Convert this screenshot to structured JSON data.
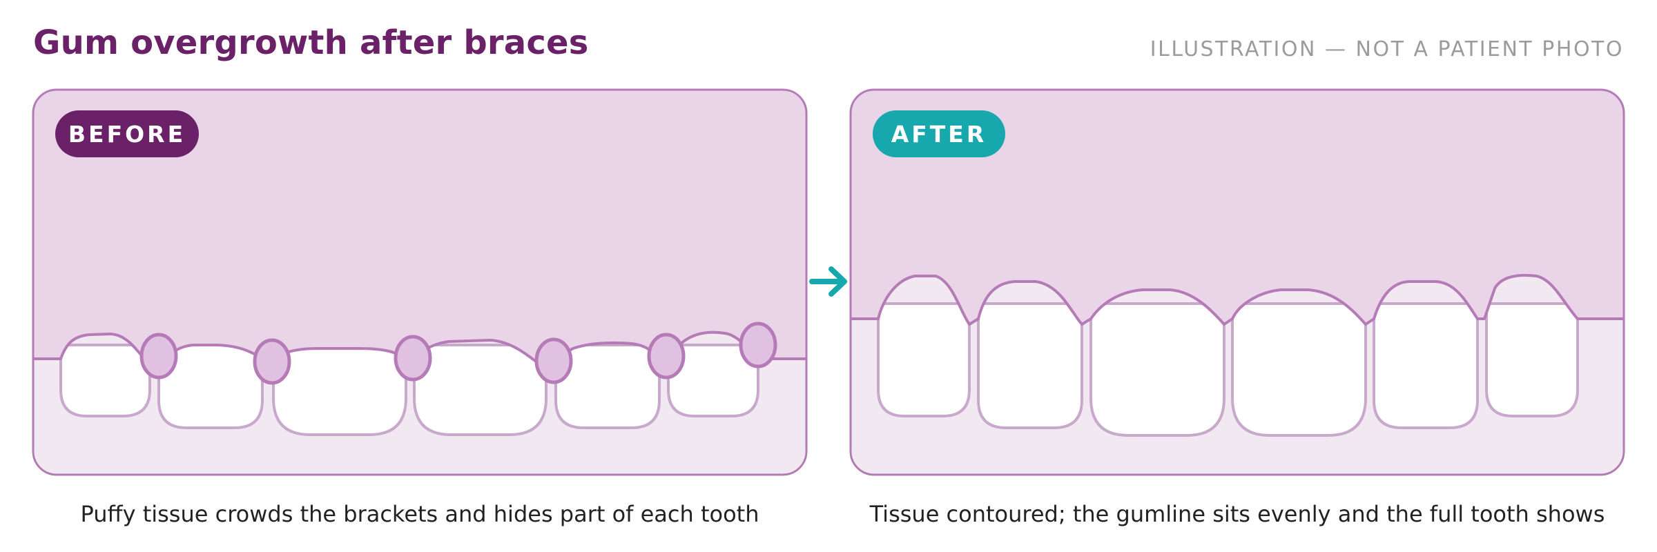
{
  "header": {
    "title": "Gum overgrowth after braces",
    "note": "ILLUSTRATION — NOT A PATIENT PHOTO"
  },
  "panels": {
    "before": {
      "badge": "BEFORE",
      "caption": "Puffy tissue crowds the brackets and hides part of each tooth"
    },
    "after": {
      "badge": "AFTER",
      "caption": "Tissue contoured; the gumline sits evenly and the full tooth shows"
    }
  },
  "colors": {
    "title": "#6a2168",
    "before_badge": "#6a2168",
    "after_badge": "#16a8ac",
    "gum": "#e9d4e8",
    "gum_outline": "#b57bb6",
    "panel_lower": "#f2e8f2",
    "tooth_outline": "#c9a9cb",
    "arrow": "#16a8ac"
  }
}
